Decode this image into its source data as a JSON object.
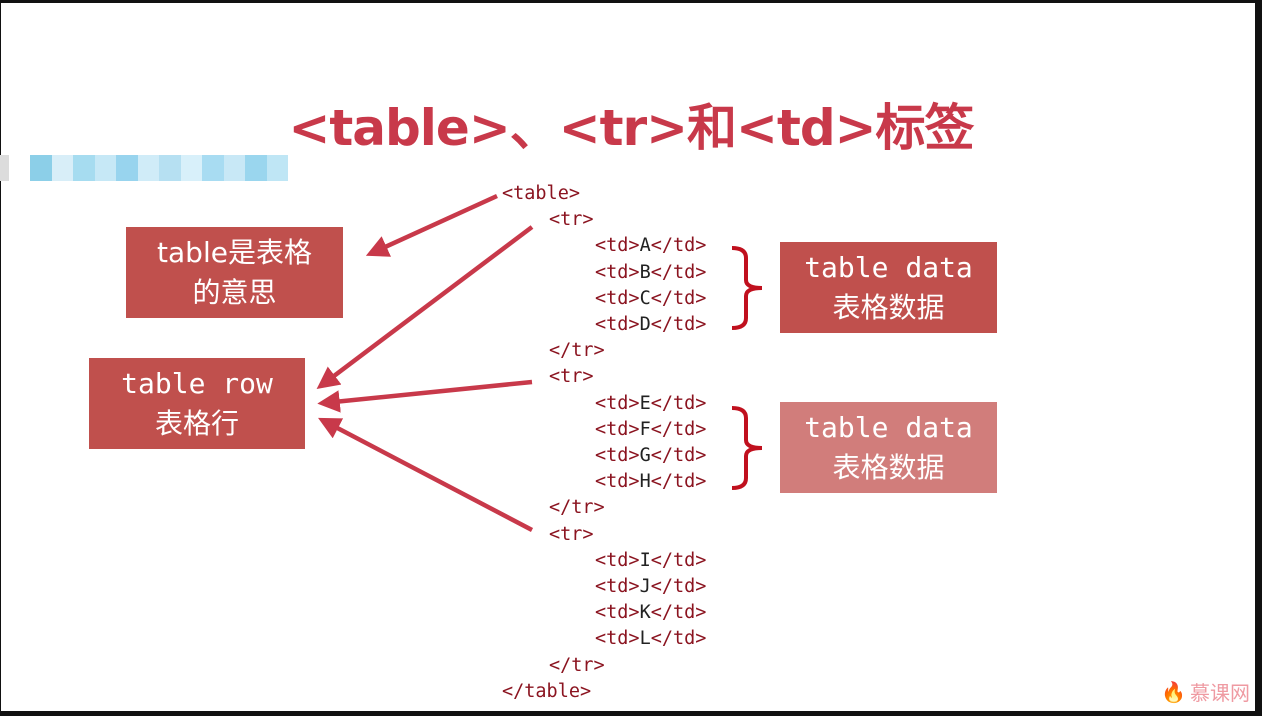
{
  "title": "<table>、<tr>和<td>标签",
  "code": {
    "table_open": "<table>",
    "table_close": "</table>",
    "tr_open": "<tr>",
    "tr_close": "</tr>",
    "rows": [
      [
        "A",
        "B",
        "C",
        "D"
      ],
      [
        "E",
        "F",
        "G",
        "H"
      ],
      [
        "I",
        "J",
        "K",
        "L"
      ]
    ]
  },
  "labels": {
    "table": {
      "line1": "table是表格",
      "line2": "的意思"
    },
    "row": {
      "line1": "table row",
      "line2": "表格行"
    },
    "data1": {
      "line1": "table data",
      "line2": "表格数据"
    },
    "data2": {
      "line1": "table data",
      "line2": "表格数据"
    }
  },
  "logo": "慕课网",
  "colors": {
    "title": "#c8394a",
    "box": "#c0504d",
    "box_light": "#d17d7b",
    "arrow": "#c8394a"
  }
}
